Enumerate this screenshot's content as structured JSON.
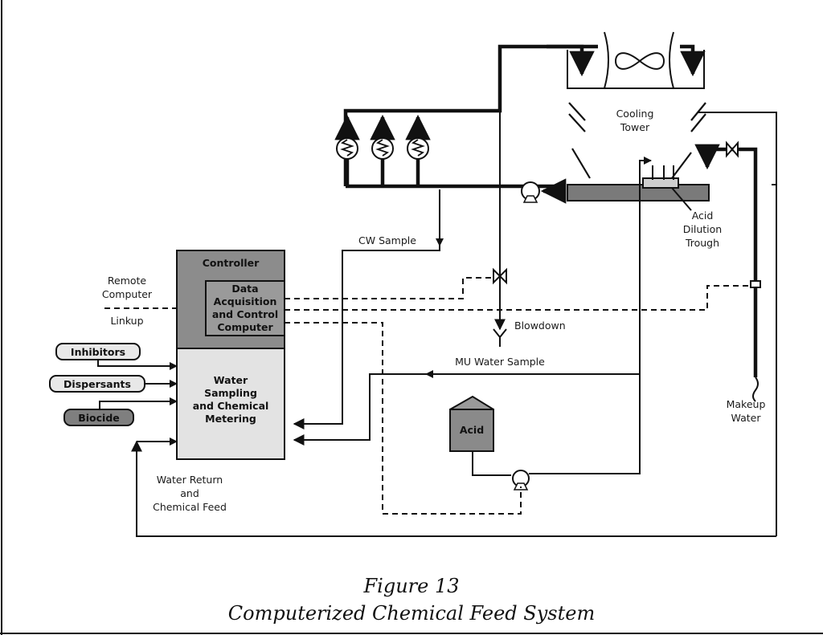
{
  "labels": {
    "cooling_tower": [
      "Cooling",
      "Tower"
    ],
    "acid_dilution_trough": [
      "Acid",
      "Dilution",
      "Trough"
    ],
    "cw_sample": "CW Sample",
    "controller": "Controller",
    "daq": [
      "Data",
      "Acquisition",
      "and Control",
      "Computer"
    ],
    "remote_computer": [
      "Remote",
      "Computer"
    ],
    "linkup": "Linkup",
    "blowdown": "Blowdown",
    "mu_water_sample": "MU Water Sample",
    "inhibitors": "Inhibitors",
    "dispersants": "Dispersants",
    "biocide": "Biocide",
    "water_sampling": [
      "Water",
      "Sampling",
      "and Chemical",
      "Metering"
    ],
    "acid": "Acid",
    "makeup_water": [
      "Makeup",
      "Water"
    ],
    "water_return": [
      "Water Return",
      "and",
      "Chemical Feed"
    ]
  },
  "caption": {
    "figure": "Figure 13",
    "title": "Computerized Chemical Feed System"
  },
  "colors": {
    "controller_fill": "#8c8c8c",
    "daq_fill": "#9a9a9a",
    "sampling_fill": "#e3e3e3",
    "trough_fill": "#7a7a7a",
    "acid_fill": "#8a8a8a",
    "biocide_fill": "#7f7f7f"
  },
  "icons": [
    "heat-exchanger-icon",
    "pump-icon",
    "valve-icon",
    "fan-icon",
    "flow-meter-icon"
  ]
}
